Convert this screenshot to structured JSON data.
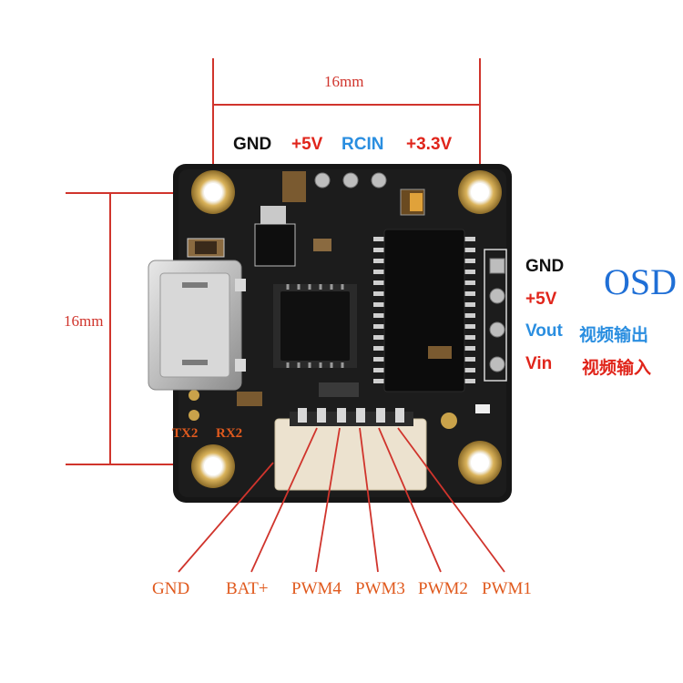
{
  "dimensions": {
    "horizontal": "16mm",
    "vertical": "16mm"
  },
  "top_pins": [
    {
      "label": "GND",
      "color": "#111111"
    },
    {
      "label": "+5V",
      "color": "#e0251b"
    },
    {
      "label": "RCIN",
      "color": "#2a8ee0"
    },
    {
      "label": "+3.3V",
      "color": "#e0251b"
    }
  ],
  "side_pins": [
    {
      "label": "GND",
      "color": "#111111"
    },
    {
      "label": "+5V",
      "color": "#e0251b"
    },
    {
      "label": "Vout",
      "note": "视频输出",
      "color": "#2a8ee0"
    },
    {
      "label": "Vin",
      "note": "视频输入",
      "color": "#e0251b"
    }
  ],
  "osd_label": "OSD",
  "uart_labels": [
    "TX2",
    "RX2"
  ],
  "bottom_pins": [
    "GND",
    "BAT+",
    "PWM4",
    "PWM3",
    "PWM2",
    "PWM1"
  ],
  "colors": {
    "dimension_line": "#d0342c",
    "pcb": "#1a1a1a",
    "pad_gold": "#c9a24a",
    "osd_blue": "#1f6fd6",
    "bottom_label": "#e05a1e"
  }
}
